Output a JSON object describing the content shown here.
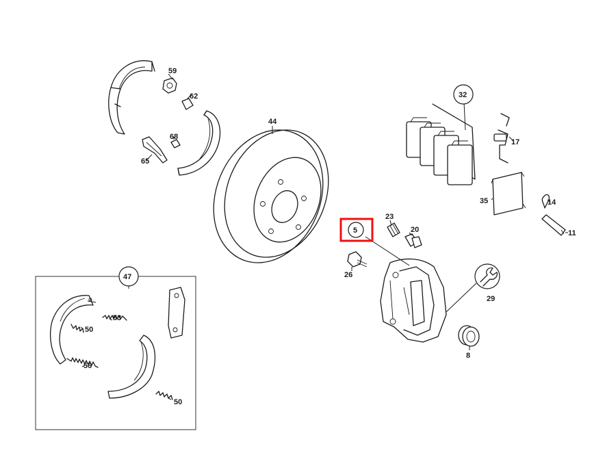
{
  "diagram": {
    "highlight_color": "#ee1111",
    "highlighted_part": "5",
    "labels": {
      "p59": "59",
      "p62": "62",
      "p68": "68",
      "p65": "65",
      "p44": "44",
      "p32": "32",
      "p17": "17",
      "p14": "14",
      "p35": "35",
      "p11": "11",
      "p5": "5",
      "p23": "23",
      "p20": "20",
      "p26": "26",
      "p29": "29",
      "p8": "8",
      "p47": "47",
      "p53": "53",
      "p50a": "50",
      "p56": "56",
      "p50b": "50"
    }
  }
}
